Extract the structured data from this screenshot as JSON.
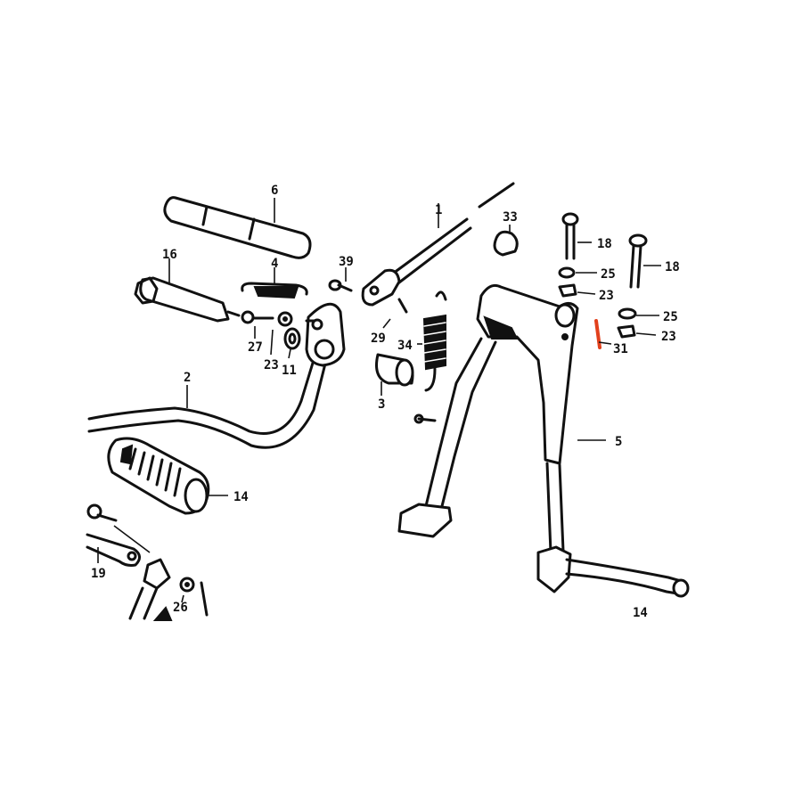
{
  "diagram": {
    "accent_color": "#e2401c",
    "line_color": "#111111",
    "background": "#ffffff",
    "callouts": {
      "c1": "1",
      "c2": "2",
      "c3": "3",
      "c4": "4",
      "c5": "5",
      "c6": "6",
      "c11": "11",
      "c14a": "14",
      "c14b": "14",
      "c16": "16",
      "c18a": "18",
      "c18b": "18",
      "c19": "19",
      "c23a": "23",
      "c23b": "23",
      "c23c": "23",
      "c25a": "25",
      "c25b": "25",
      "c26": "26",
      "c27": "27",
      "c29": "29",
      "c31": "31",
      "c33": "33",
      "c34": "34",
      "c39": "39"
    },
    "highlighted_part": "31"
  }
}
